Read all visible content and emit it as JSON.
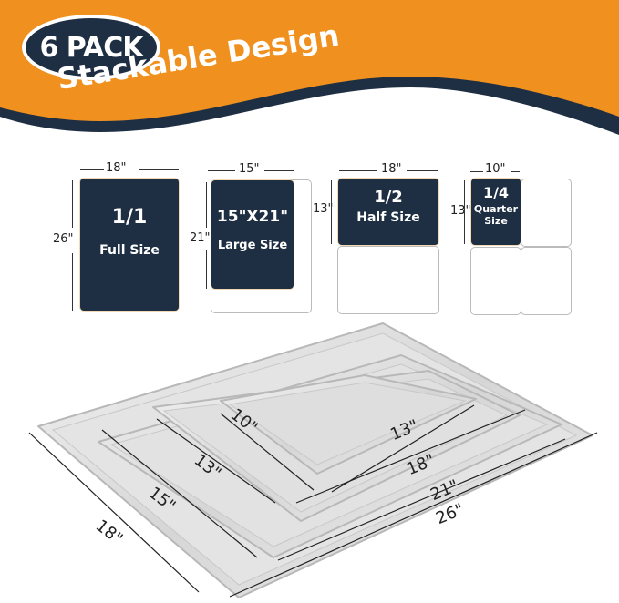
{
  "header": {
    "badge": "6 PACK",
    "headline": "Stackable Design",
    "colors": {
      "orange": "#f0911f",
      "navy": "#1f2f43",
      "white": "#ffffff"
    }
  },
  "sizes": [
    {
      "id": "full",
      "fraction": "1/1",
      "label": "Full Size",
      "width": "18\"",
      "height": "26\""
    },
    {
      "id": "large",
      "fraction": "15\"X21\"",
      "label": "Large Size",
      "width": "15\"",
      "height": "21\""
    },
    {
      "id": "half",
      "fraction": "1/2",
      "label": "Half Size",
      "width": "18\"",
      "height": "13\""
    },
    {
      "id": "quarter",
      "fraction": "1/4",
      "label_line1": "Quarter",
      "label_line2": "Size",
      "width": "10\"",
      "height": "13\""
    }
  ],
  "trays": {
    "labels": [
      {
        "text": "10\""
      },
      {
        "text": "13\""
      },
      {
        "text": "13\""
      },
      {
        "text": "18\""
      },
      {
        "text": "15\""
      },
      {
        "text": "21\""
      },
      {
        "text": "18\""
      },
      {
        "text": "26\""
      }
    ]
  }
}
